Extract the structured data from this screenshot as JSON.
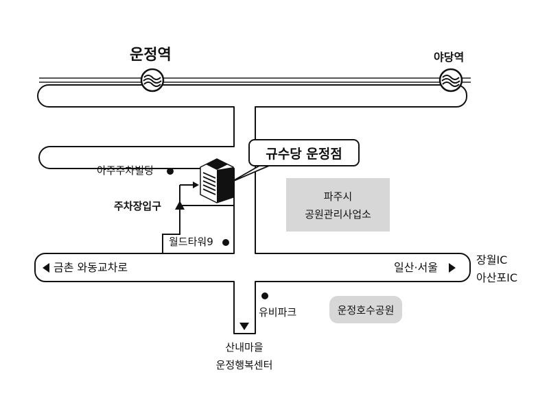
{
  "stations": [
    {
      "name": "운정역"
    },
    {
      "name": "야당역"
    }
  ],
  "destination": {
    "name": "규수당 운정점"
  },
  "landmarks": {
    "parking_building": "아주주차빌딩",
    "parking_entrance": "주차장입구",
    "world_tower": "월드타워9",
    "office_line1": "파주시",
    "office_line2": "공원관리사업소",
    "ubi_park": "유비파크",
    "lake_park": "운정호수공원",
    "center_line1": "산내마을",
    "center_line2": "운정행복센터"
  },
  "roads": {
    "left_direction": "금촌 와동교차로",
    "right_direction": "일산·서울",
    "ic_line1": "장월IC",
    "ic_line2": "아산포IC"
  },
  "colors": {
    "road_outline": "#111111",
    "rail": "#555555",
    "box_fill": "#d7d7d7",
    "background": "#ffffff"
  }
}
